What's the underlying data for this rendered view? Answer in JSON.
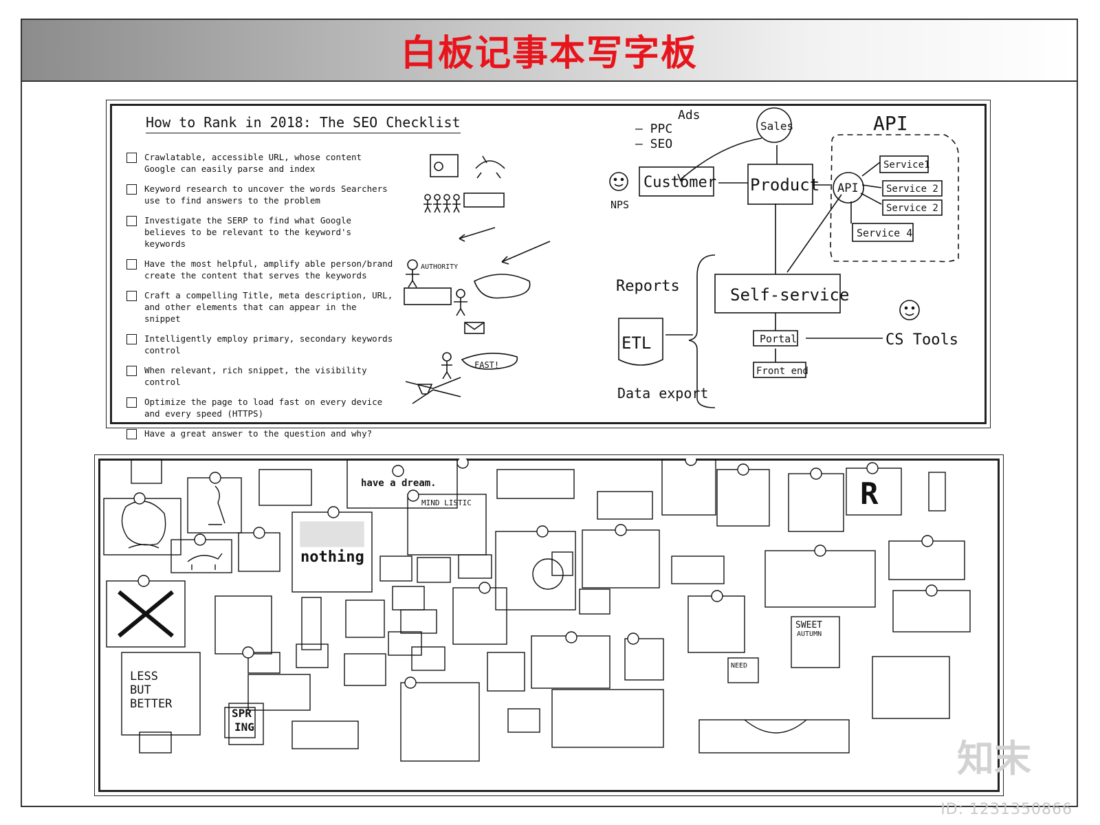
{
  "title": "白板记事本写字板",
  "seo": {
    "title": "How to Rank in 2018: The SEO Checklist",
    "items": [
      "Crawlatable, accessible URL, whose content Google can easily parse and index",
      "Keyword research to uncover the words Searchers use to find answers to the problem",
      "Investigate the SERP to find what Google believes to be relevant to the keyword's keywords",
      "Have the most helpful, amplify able person/brand create the content that serves the keywords",
      "Craft a compelling Title, meta description, URL, and other elements that can appear in the snippet",
      "Intelligently employ primary, secondary keywords control",
      "When relevant, rich snippet, the visibility control",
      "Optimize the page to load fast on every device and every speed (HTTPS)",
      "Have a great answer to the question and why?"
    ]
  },
  "sketch_labels": {
    "authority": "AUTHORITY",
    "fast": "FAST!"
  },
  "mindmap": {
    "ads": "Ads",
    "ppc": "– PPC",
    "seo": "– SEO",
    "sales": "Sales",
    "customer": "Customer",
    "product": "Product",
    "api_node": "API",
    "api_title": "API",
    "service1": "Service1",
    "service2": "Service 2",
    "service3": "Service 2",
    "service4": "Service 4",
    "nps": "NPS",
    "reports": "Reports",
    "etl": "ETL",
    "data_export": "Data export",
    "self_service": "Self-service",
    "portal": "Portal",
    "front_end": "Front end",
    "cs_tools": "CS Tools"
  },
  "pinboard": {
    "nothing": "nothing",
    "less_but_better": [
      "LESS",
      "BUT",
      "BETTER"
    ],
    "spring": [
      "SPR",
      "ING"
    ],
    "sweet_autumn": [
      "SWEET",
      "AUTUMN"
    ],
    "have_a_dream": "have a dream.",
    "mind_list": "MIND LISTIC",
    "r_letter": "R",
    "need": "NEED"
  },
  "watermark": {
    "logo": "知末",
    "id": "ID: 1231350866"
  }
}
